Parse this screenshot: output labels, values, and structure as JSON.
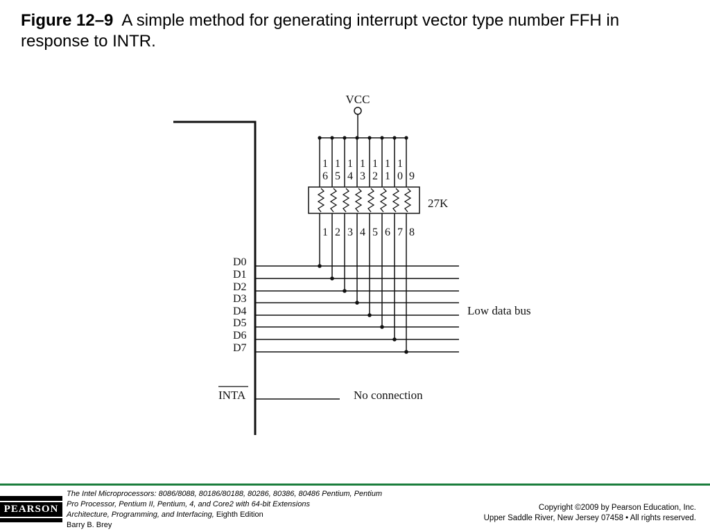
{
  "caption": {
    "figure_label": "Figure 12–9",
    "text": "A simple method for generating interrupt vector type number FFH in response to INTR."
  },
  "diagram": {
    "vcc_label": "VCC",
    "resistor_label": "27K",
    "top_pins": [
      [
        "1",
        "6"
      ],
      [
        "1",
        "5"
      ],
      [
        "1",
        "4"
      ],
      [
        "1",
        "3"
      ],
      [
        "1",
        "2"
      ],
      [
        "1",
        "1"
      ],
      [
        "1",
        "0"
      ],
      [
        "9"
      ]
    ],
    "bottom_pins": [
      "1",
      "2",
      "3",
      "4",
      "5",
      "6",
      "7",
      "8"
    ],
    "data_lines": [
      "D0",
      "D1",
      "D2",
      "D3",
      "D4",
      "D5",
      "D6",
      "D7"
    ],
    "bus_label": "Low data bus",
    "inta_label": "INTA",
    "no_connection_label": "No connection"
  },
  "footer": {
    "logo": "PEARSON",
    "book_title": "The Intel Microprocessors:",
    "book_models": "8086/8088, 80186/80188, 80286, 80386, 80486 Pentium, Pentium Pro Processor, Pentium II, Pentium, 4, and Core2 with 64-bit Extensions",
    "book_subtitle": "Architecture, Programming, and Interfacing,",
    "book_edition": "Eighth Edition",
    "author": "Barry B. Brey",
    "copyright_line1": "Copyright ©2009 by Pearson Education, Inc.",
    "copyright_line2": "Upper Saddle River, New Jersey 07458 • All rights reserved."
  },
  "colors": {
    "footer_rule": "#1a7d3c",
    "line": "#111111"
  }
}
